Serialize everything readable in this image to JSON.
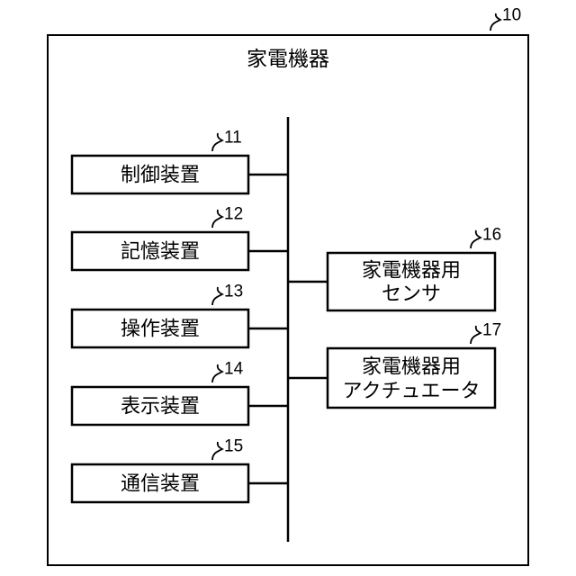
{
  "diagram": {
    "outer": {
      "ref": "10",
      "title": "家電機器"
    },
    "blocks": [
      {
        "ref": "11",
        "label": "制御装置"
      },
      {
        "ref": "12",
        "label": "記憶装置"
      },
      {
        "ref": "13",
        "label": "操作装置"
      },
      {
        "ref": "14",
        "label": "表示装置"
      },
      {
        "ref": "15",
        "label": "通信装置"
      },
      {
        "ref": "16",
        "label_line1": "家電機器用",
        "label_line2": "センサ"
      },
      {
        "ref": "17",
        "label_line1": "家電機器用",
        "label_line2": "アクチュエータ"
      }
    ]
  }
}
